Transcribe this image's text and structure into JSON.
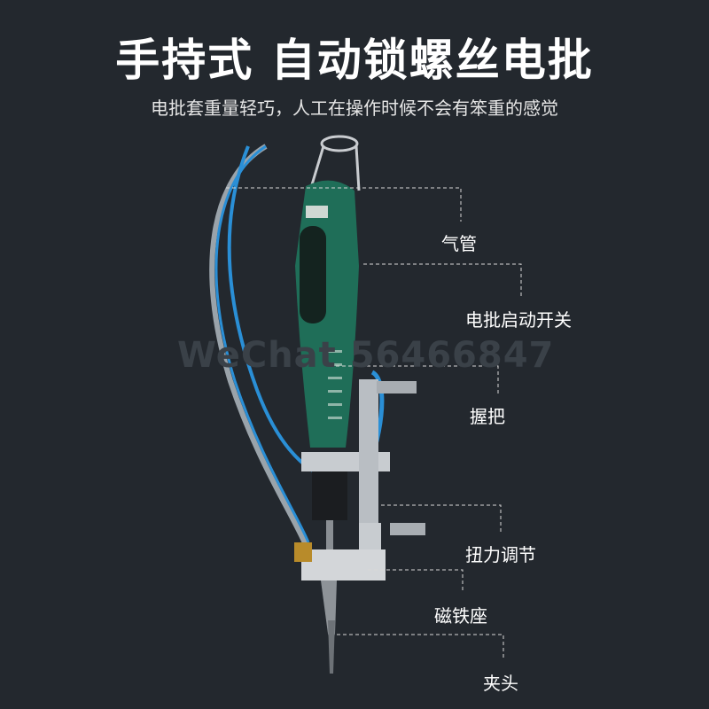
{
  "title": "手持式 自动锁螺丝电批",
  "subtitle": "电批套重量轻巧，人工在操作时候不会有笨重的感觉",
  "watermark": "WeChat 56466847",
  "callouts": [
    {
      "label": "气管"
    },
    {
      "label": "电批启动开关"
    },
    {
      "label": "握把"
    },
    {
      "label": "扭力调节"
    },
    {
      "label": "磁铁座"
    },
    {
      "label": "夹头"
    }
  ],
  "colors": {
    "background": "#23282e",
    "handle": "#1f6e58",
    "hose": "#2a8fd6"
  }
}
